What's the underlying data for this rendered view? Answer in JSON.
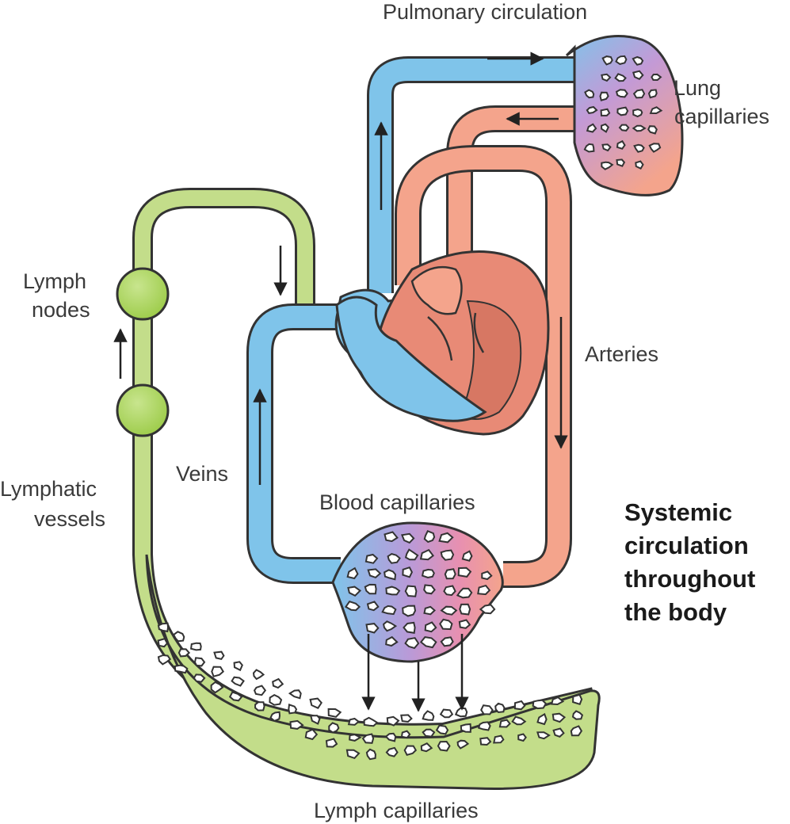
{
  "labels": {
    "pulmonary": "Pulmonary circulation",
    "lung_line1": "Lung",
    "lung_line2": "capillaries",
    "lymph_nodes_line1": "Lymph",
    "lymph_nodes_line2": "nodes",
    "arteries": "Arteries",
    "veins": "Veins",
    "blood_capillaries": "Blood capillaries",
    "lymphatic_line1": "Lymphatic",
    "lymphatic_line2": "vessels",
    "lymph_capillaries": "Lymph capillaries",
    "systemic_line1": "Systemic",
    "systemic_line2": "circulation",
    "systemic_line3": "throughout",
    "systemic_line4": "the body"
  },
  "colors": {
    "vein_blue": "#7fc4ea",
    "artery_red": "#f4a48c",
    "heart_red": "#e88a76",
    "heart_dark": "#d77763",
    "lymph_green": "#c3dd8a",
    "node_green": "#a9d35a",
    "outline": "#333333"
  }
}
